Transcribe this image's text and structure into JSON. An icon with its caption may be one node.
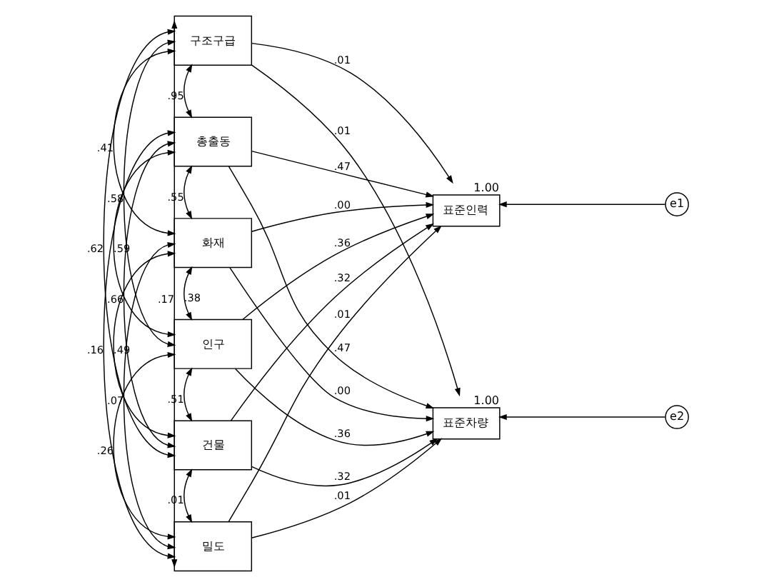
{
  "diagram": {
    "nodes": [
      {
        "text": [
          "구조구급"
        ]
      },
      {
        "text": [
          "총출동"
        ]
      },
      {
        "text": [
          "화재"
        ]
      },
      {
        "text": [
          "인구"
        ]
      },
      {
        "text": [
          "건물"
        ]
      },
      {
        "text": [
          "밀도"
        ]
      },
      {
        "text": [
          "표준인력"
        ],
        "beside": [
          "1.00"
        ]
      },
      {
        "text": [
          "표준차량"
        ],
        "beside": [
          "1.00"
        ]
      },
      {
        "text": [
          "e1"
        ]
      },
      {
        "text": [
          "e2"
        ]
      }
    ],
    "edges": [
      {
        "from": 0,
        "to": 6,
        "arrow": "to",
        "label": ".01"
      },
      {
        "from": 1,
        "to": 6,
        "arrow": "to",
        "label": ".47"
      },
      {
        "from": 2,
        "to": 6,
        "arrow": "to",
        "label": ".00"
      },
      {
        "from": 3,
        "to": 6,
        "arrow": "to",
        "label": ".36"
      },
      {
        "from": 4,
        "to": 6,
        "arrow": "to",
        "label": ".32"
      },
      {
        "from": 5,
        "to": 6,
        "arrow": "to",
        "label": ".01"
      },
      {
        "from": 0,
        "to": 7,
        "arrow": "to",
        "label": ".01"
      },
      {
        "from": 1,
        "to": 7,
        "arrow": "to",
        "label": ".47"
      },
      {
        "from": 2,
        "to": 7,
        "arrow": "to",
        "label": ".00"
      },
      {
        "from": 3,
        "to": 7,
        "arrow": "to",
        "label": ".36"
      },
      {
        "from": 4,
        "to": 7,
        "arrow": "to",
        "label": ".32"
      },
      {
        "from": 5,
        "to": 7,
        "arrow": "to",
        "label": ".01"
      },
      {
        "from": 8,
        "to": 6,
        "arrow": "to"
      },
      {
        "from": 9,
        "to": 7,
        "arrow": "to"
      },
      {
        "from": 0,
        "to": 1,
        "arrow": "both",
        "label": ".95"
      },
      {
        "from": 0,
        "to": 2,
        "arrow": "both",
        "label": ".41"
      },
      {
        "from": 0,
        "to": 3,
        "arrow": "both",
        "label": ".58"
      },
      {
        "from": 0,
        "to": 4,
        "arrow": "both",
        "label": ".62"
      },
      {
        "from": 0,
        "to": 5,
        "arrow": "both",
        "label": ".17"
      },
      {
        "from": 1,
        "to": 2,
        "arrow": "both",
        "label": ".55"
      },
      {
        "from": 1,
        "to": 3,
        "arrow": "both",
        "label": ".59"
      },
      {
        "from": 1,
        "to": 4,
        "arrow": "both",
        "label": ".66"
      },
      {
        "from": 1,
        "to": 5,
        "arrow": "both",
        "label": ".16"
      },
      {
        "from": 2,
        "to": 3,
        "arrow": "both",
        "label": ".38"
      },
      {
        "from": 2,
        "to": 4,
        "arrow": "both",
        "label": ".49"
      },
      {
        "from": 2,
        "to": 5,
        "arrow": "both",
        "label": ".07"
      },
      {
        "from": 3,
        "to": 4,
        "arrow": "both",
        "label": ".51"
      },
      {
        "from": 3,
        "to": 5,
        "arrow": "both",
        "label": ".26"
      },
      {
        "from": 4,
        "to": 5,
        "arrow": "both",
        "label": ".01"
      }
    ]
  }
}
